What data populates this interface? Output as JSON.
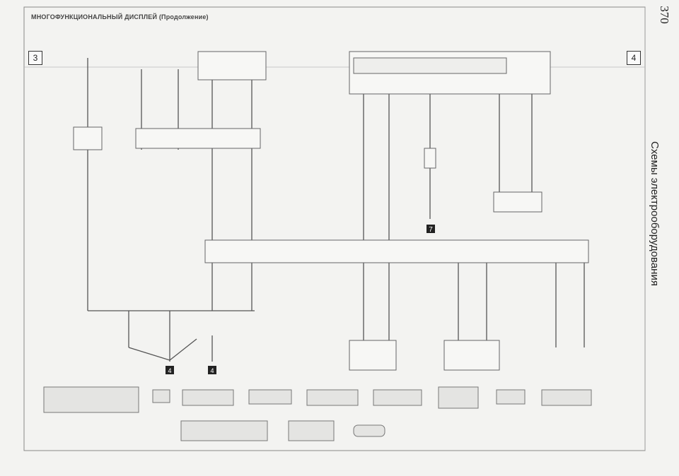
{
  "diagram": {
    "title": "МНОГОФУНКЦИОНАЛЬНЫЙ ДИСПЛЕЙ (Продолжение)",
    "page_number": "370",
    "side_title": "Схемы электрооборудования",
    "ref_left": "3",
    "ref_right": "4",
    "ground_marker": "7",
    "marker_a": "4",
    "marker_b": "4"
  },
  "colors": {
    "paper": "#f3f3f1",
    "line": "#555555",
    "frame": "#888888"
  }
}
